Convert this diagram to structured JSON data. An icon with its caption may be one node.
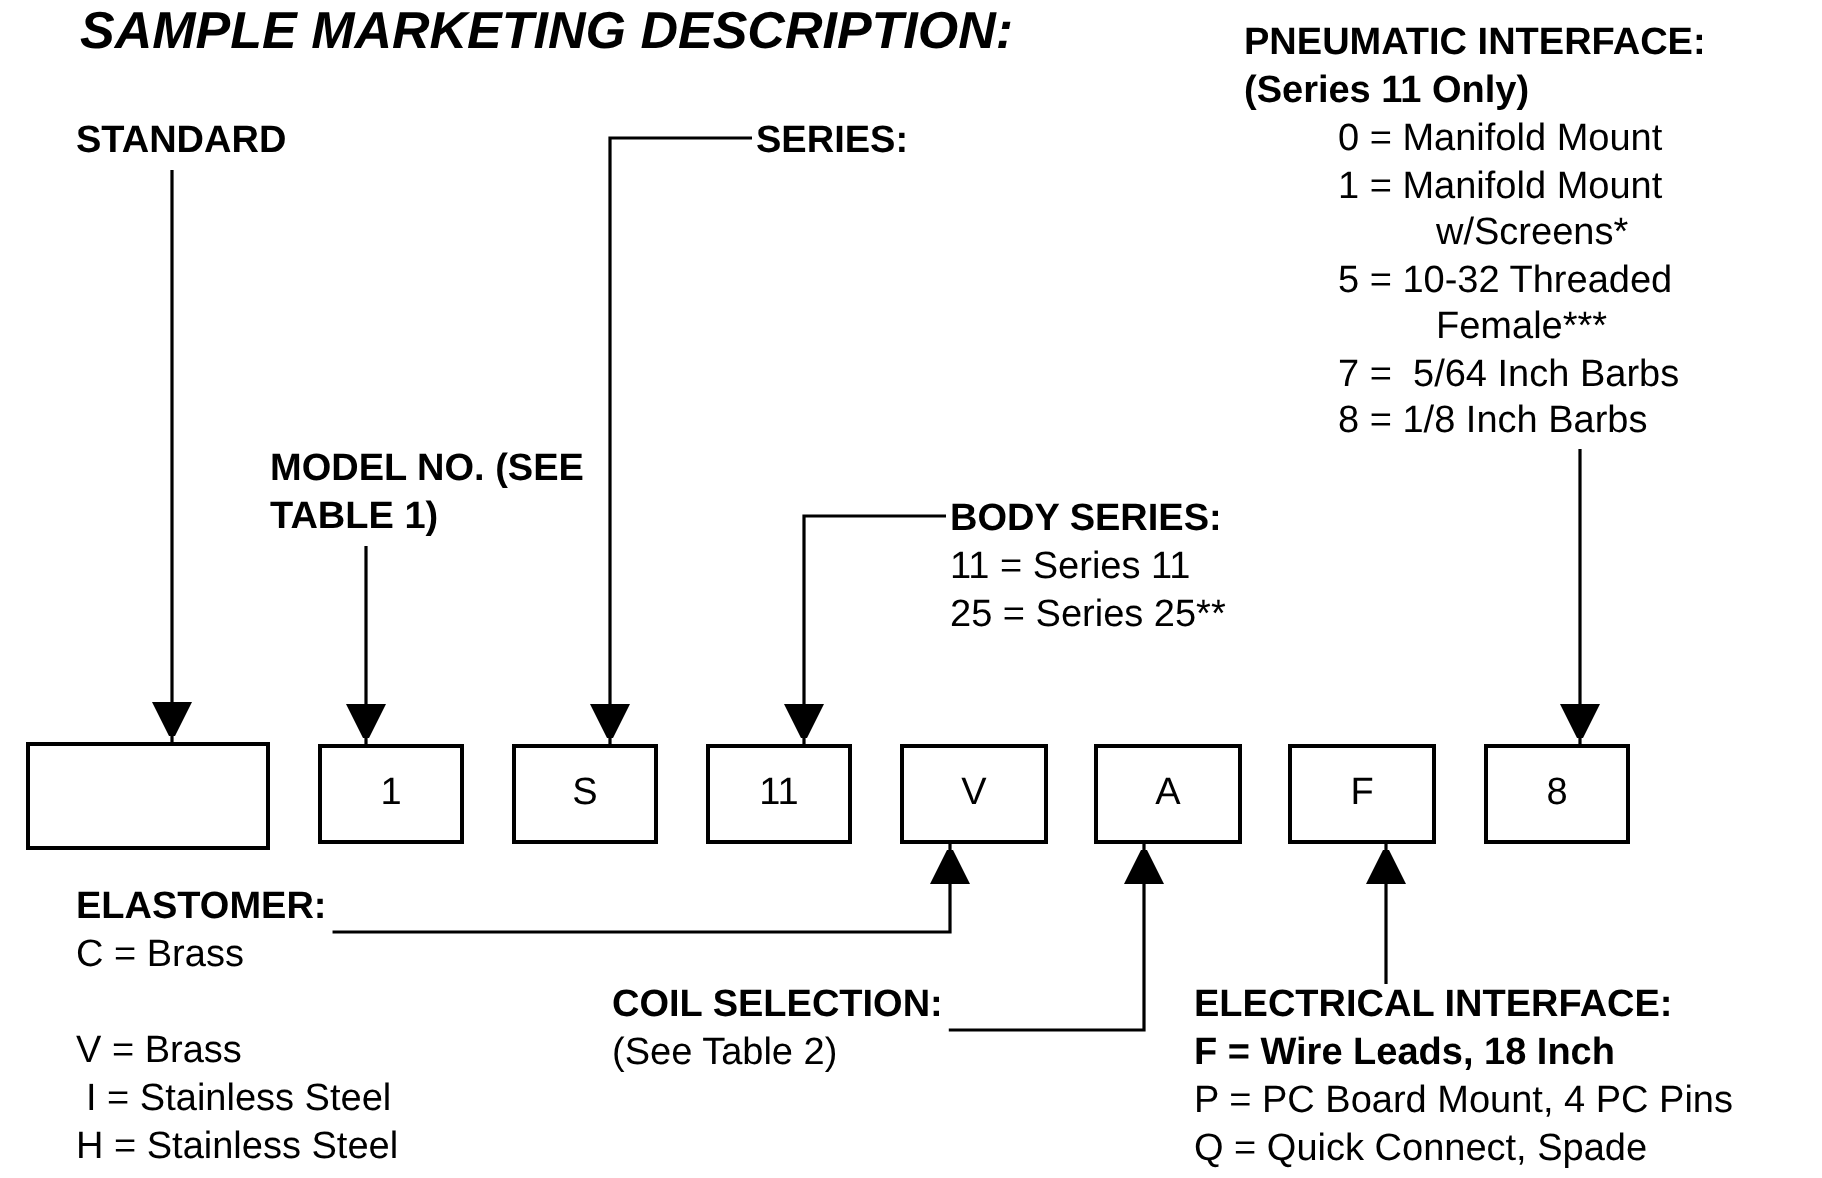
{
  "diagram": {
    "title": "SAMPLE MARKETING DESCRIPTION:",
    "nodes": [
      {
        "text": [
          "PNEUMATIC INTERFACE: (Series 11 Only)",
          "0 = Manifold Mount",
          "1 = Manifold Mount w/Screens*",
          "5 = 10-32 Threaded Female***",
          "7 =  5/64 Inch Barbs",
          "8 = 1/8 Inch Barbs"
        ]
      },
      {
        "text": [
          "STANDARD"
        ]
      },
      {
        "text": [
          "SERIES:"
        ]
      },
      {
        "text": [
          "MODEL NO. (SEE TABLE 1)"
        ]
      },
      {
        "text": [
          "BODY SERIES:",
          "11 = Series 11",
          "25 = Series 25**"
        ]
      },
      {
        "text": [],
        "shape": "box"
      },
      {
        "text": [
          "1"
        ]
      },
      {
        "text": [
          "S"
        ]
      },
      {
        "text": [
          "11"
        ]
      },
      {
        "text": [
          "V"
        ]
      },
      {
        "text": [
          "A"
        ]
      },
      {
        "text": [
          "F"
        ]
      },
      {
        "text": [
          "8"
        ]
      },
      {
        "text": [
          "ELASTOMER:",
          "C = Brass",
          "V = Brass",
          "I = Stainless Steel",
          "H = Stainless Steel"
        ]
      },
      {
        "text": [
          "COIL SELECTION:",
          "(See Table 2)"
        ]
      },
      {
        "text": [
          "ELECTRICAL INTERFACE:",
          "**F = Wire Leads, 18 Inch**",
          "P = PC Board Mount, 4 PC Pins",
          "Q = Quick Connect, Spade"
        ]
      }
    ],
    "edges": [
      {
        "from": 1,
        "to": 5,
        "arrow": "to"
      },
      {
        "from": 3,
        "to": 6,
        "arrow": "to"
      },
      {
        "from": 2,
        "to": 7,
        "arrow": "to"
      },
      {
        "from": 4,
        "to": 8,
        "arrow": "to"
      },
      {
        "from": 0,
        "to": 12,
        "arrow": "to"
      },
      {
        "from": 13,
        "to": 9,
        "arrow": "to"
      },
      {
        "from": 14,
        "to": 10,
        "arrow": "to"
      },
      {
        "from": 15,
        "to": 11,
        "arrow": "to"
      }
    ]
  }
}
